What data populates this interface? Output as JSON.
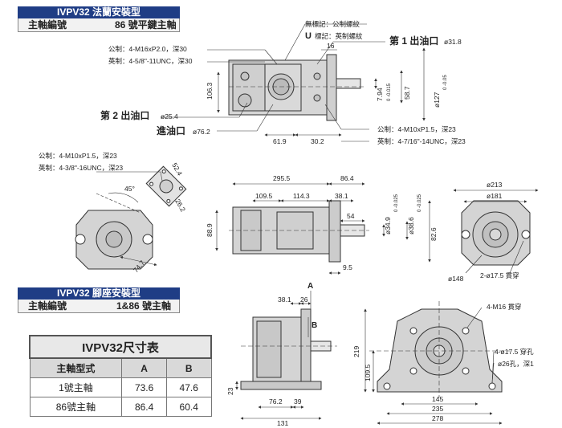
{
  "flange": {
    "header": "IVPV32 法蘭安裝型",
    "shaft_label": "主軸編號",
    "shaft_value": "86 號平鍵主軸",
    "notes": {
      "no_mark": "無標記：公制螺紋",
      "u_mark_letter": "U",
      "u_mark": "標記：英制螺紋",
      "metric_top": "公制：4-M16xP2.0，深30",
      "imperial_top": "英制：4-5/8\"-11UNC，深30",
      "outlet1": "第 1 出油口",
      "outlet1_dia": "ø31.8",
      "outlet2": "第 2 出油口",
      "outlet2_dia": "ø25.4",
      "inlet": "進油口",
      "inlet_dia": "ø76.2",
      "metric_bottom": "公制：4-M10xP1.5，深23",
      "imperial_bottom": "英制：4-7/16\"-14UNC，深23"
    },
    "dims": {
      "d106_3": "106.3",
      "d16": "16",
      "d7_94": "7.94",
      "d7_94_tol": "0 -0.015",
      "d58_7": "58.7",
      "d127": "ø127",
      "d127_tol": "0 -0.05",
      "d61_9": "61.9",
      "d30_2": "30.2"
    }
  },
  "port_view": {
    "metric": "公制：4-M10xP1.5，深23",
    "imperial": "英制：4-3/8\"-16UNC，深23",
    "d52_4": "52.4",
    "d26_2": "26.2",
    "d45": "45°",
    "d74_7": "74.7"
  },
  "side_view": {
    "d295_5": "295.5",
    "d86_4": "86.4",
    "d109_5": "109.5",
    "d114_3": "114.3",
    "d38_1": "38.1",
    "d88_9": "88.9",
    "d54": "54",
    "d9_5": "9.5",
    "d34_9": "ø34.9",
    "d34_9_tol": "0 -0.025",
    "d38_6": "ø38.6",
    "d38_6_tol": "0 -0.025",
    "d82_6": "82.6"
  },
  "front_view": {
    "d213": "ø213",
    "d181": "ø181",
    "d148": "ø148",
    "d17_5": "2-ø17.5 貫穿"
  },
  "foot": {
    "header": "IVPV32 腳座安裝型",
    "shaft_label": "主軸編號",
    "shaft_value": "1&86 號主軸",
    "side": {
      "A": "A",
      "B": "B",
      "d38_1": "38.1",
      "d26": "26",
      "d23": "23",
      "d76_2": "76.2",
      "d39": "39",
      "d131": "131"
    },
    "front": {
      "m16": "4-M16 貫穿",
      "d17_5": "4-ø17.5 穿孔",
      "d26": "ø26孔，深1",
      "d219": "219",
      "d109_5": "109.5",
      "d145": "145",
      "d235": "235",
      "d278": "278"
    }
  },
  "size_table": {
    "title": "IVPV32尺寸表",
    "headers": [
      "主軸型式",
      "A",
      "B"
    ],
    "rows": [
      [
        "1號主軸",
        "73.6",
        "47.6"
      ],
      [
        "86號主軸",
        "86.4",
        "60.4"
      ]
    ]
  },
  "colors": {
    "header_bg": "#1f3d85",
    "line": "#333333",
    "fill": "#d6d6d6"
  }
}
